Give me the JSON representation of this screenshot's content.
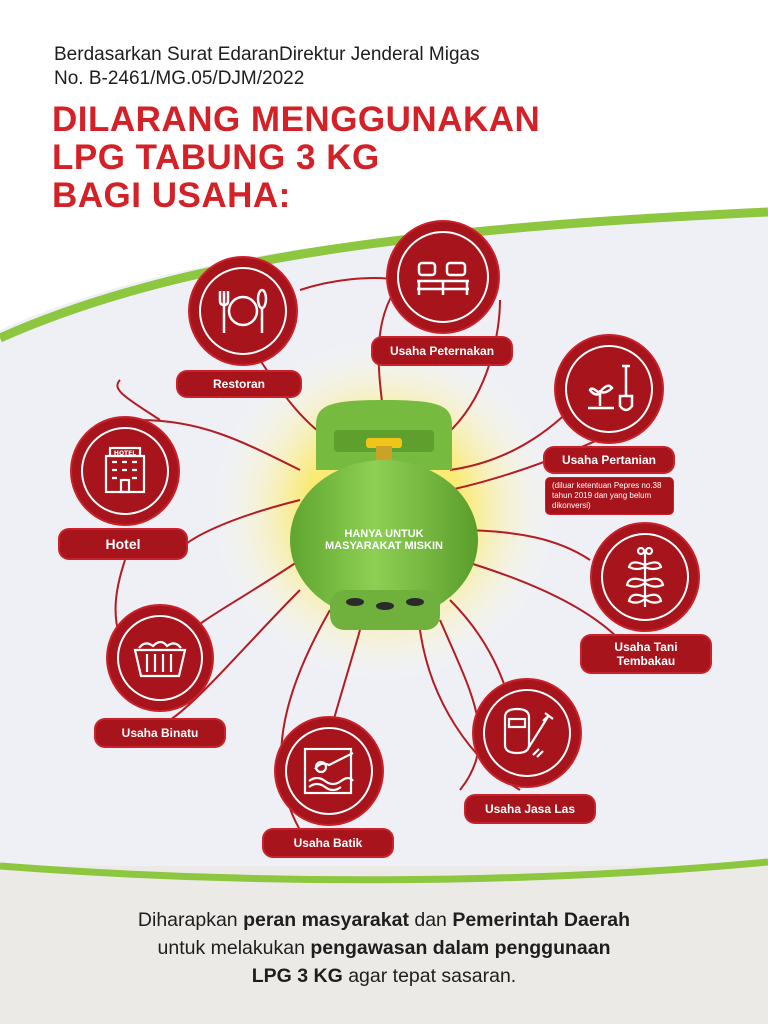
{
  "header": {
    "line1": "Berdasarkan Surat EdaranDirektur Jenderal Migas",
    "line2": "No. B-2461/MG.05/DJM/2022"
  },
  "title": {
    "line1": "DILARANG MENGGUNAKAN",
    "line2": "LPG TABUNG 3 KG",
    "line3": "BAGI USAHA:"
  },
  "tank": {
    "line1": "HANYA UNTUK",
    "line2": "MASYARAKAT MISKIN"
  },
  "categories": {
    "peternakan": "Usaha Peternakan",
    "restoran": "Restoran",
    "pertanian": "Usaha Pertanian",
    "pertanian_note": "(diluar ketentuan Pepres no.38 tahun 2019 dan yang belum dikonversi)",
    "hotel": "Hotel",
    "tembakau_line1": "Usaha Tani",
    "tembakau_line2": "Tembakau",
    "binatu": "Usaha Binatu",
    "las": "Usaha Jasa Las",
    "batik": "Usaha Batik"
  },
  "footer": {
    "t1": "Diharapkan ",
    "b1": "peran masyarakat",
    "t2": " dan ",
    "b2": "Pemerintah Daerah",
    "t3": "untuk melakukan ",
    "b3": "pengawasan dalam penggunaan",
    "b4": "LPG 3 KG",
    "t4": " agar tepat sasaran."
  },
  "colors": {
    "title_red": "#d42027",
    "badge_red": "#a8141b",
    "tank_green": "#7cc04a",
    "accent_green": "#8dc63f"
  },
  "icons": [
    "cow-icon",
    "fork-spoon-icon",
    "plant-shovel-icon",
    "hotel-icon",
    "tobacco-leaf-icon",
    "laundry-basket-icon",
    "welding-icon",
    "batik-canting-icon"
  ]
}
